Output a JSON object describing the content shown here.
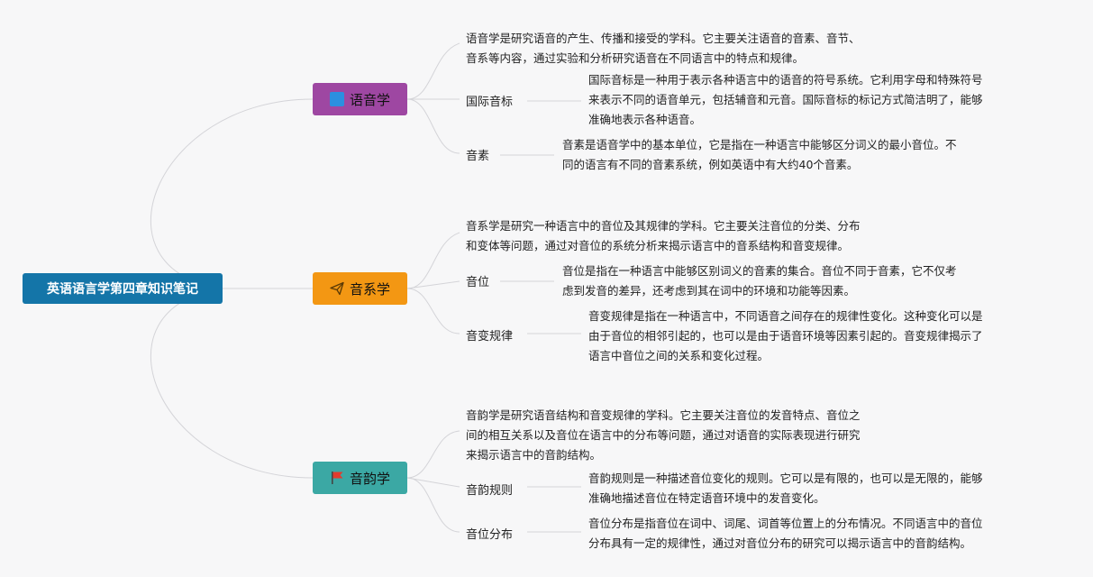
{
  "root": {
    "label": "英语语言学第四章知识笔记"
  },
  "branches": [
    {
      "label": "语音学",
      "icon": "blue-square-icon",
      "color": "#9e47a2",
      "summary": [
        "语音学是研究语音的产生、传播和接受的学科。它主要关注语音的音素、音节、",
        "音系等内容，通过实验和分析研究语音在不同语言中的特点和规律。"
      ],
      "children": [
        {
          "label": "国际音标",
          "detail": [
            "国际音标是一种用于表示各种语言中的语音的符号系统。它利用字母和特殊符号",
            "来表示不同的语音单元，包括辅音和元音。国际音标的标记方式简洁明了，能够",
            "准确地表示各种语音。"
          ]
        },
        {
          "label": "音素",
          "detail": [
            "音素是语音学中的基本单位，它是指在一种语言中能够区分词义的最小音位。不",
            "同的语言有不同的音素系统，例如英语中有大约40个音素。"
          ]
        }
      ]
    },
    {
      "label": "音系学",
      "icon": "paper-plane-icon",
      "color": "#f39713",
      "summary": [
        "音系学是研究一种语言中的音位及其规律的学科。它主要关注音位的分类、分布",
        "和变体等问题，通过对音位的系统分析来揭示语言中的音系结构和音变规律。"
      ],
      "children": [
        {
          "label": "音位",
          "detail": [
            "音位是指在一种语言中能够区别词义的音素的集合。音位不同于音素，它不仅考",
            "虑到发音的差异，还考虑到其在词中的环境和功能等因素。"
          ]
        },
        {
          "label": "音变规律",
          "detail": [
            "音变规律是指在一种语言中，不同语音之间存在的规律性变化。这种变化可以是",
            "由于音位的相邻引起的，也可以是由于语音环境等因素引起的。音变规律揭示了",
            "语言中音位之间的关系和变化过程。"
          ]
        }
      ]
    },
    {
      "label": "音韵学",
      "icon": "red-flag-icon",
      "color": "#3ba8a4",
      "summary": [
        "音韵学是研究语音结构和音变规律的学科。它主要关注音位的发音特点、音位之",
        "间的相互关系以及音位在语言中的分布等问题，通过对语音的实际表现进行研究",
        "来揭示语言中的音韵结构。"
      ],
      "children": [
        {
          "label": "音韵规则",
          "detail": [
            "音韵规则是一种描述音位变化的规则。它可以是有限的，也可以是无限的，能够",
            "准确地描述音位在特定语音环境中的发音变化。"
          ]
        },
        {
          "label": "音位分布",
          "detail": [
            "音位分布是指音位在词中、词尾、词首等位置上的分布情况。不同语言中的音位",
            "分布具有一定的规律性，通过对音位分布的研究可以揭示语言中的音韵结构。"
          ]
        }
      ]
    }
  ]
}
